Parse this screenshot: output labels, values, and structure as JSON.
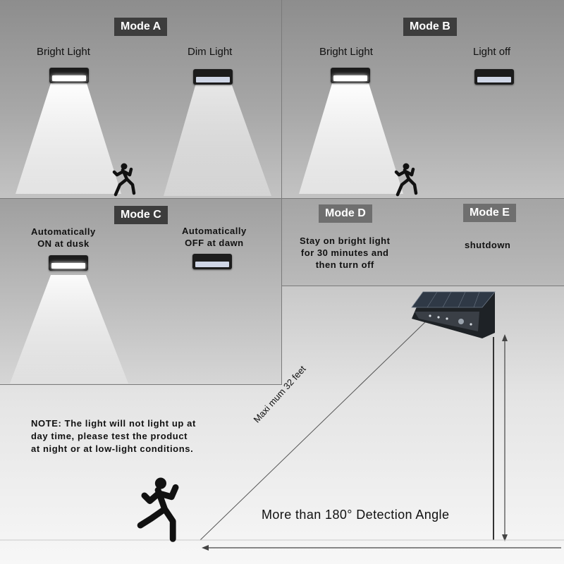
{
  "modes": {
    "a": {
      "tag": "Mode A",
      "left_caption": "Bright Light",
      "right_caption": "Dim Light"
    },
    "b": {
      "tag": "Mode B",
      "left_caption": "Bright Light",
      "right_caption": "Light off"
    },
    "c": {
      "tag": "Mode C",
      "left_caption": "Automatically\nON at dusk",
      "right_caption": "Automatically\nOFF at dawn"
    },
    "d": {
      "tag": "Mode D",
      "caption": "Stay on bright light\nfor 30 minutes and\nthen turn off"
    },
    "e": {
      "tag": "Mode E",
      "caption": "shutdown"
    }
  },
  "note": "NOTE: The light will not light up at\nday time, please test the product\nat night or at low-light conditions.",
  "range_label": "Maxi mum 32 feet",
  "detection_label": "More than 180° Detection Angle",
  "icons": [
    "solar-lamp-icon",
    "running-person-icon",
    "light-beam-icon"
  ],
  "colors": {
    "tag_dark": "#3d3d3d",
    "tag_light": "#6f6f6f",
    "beam": "#ffffff"
  }
}
